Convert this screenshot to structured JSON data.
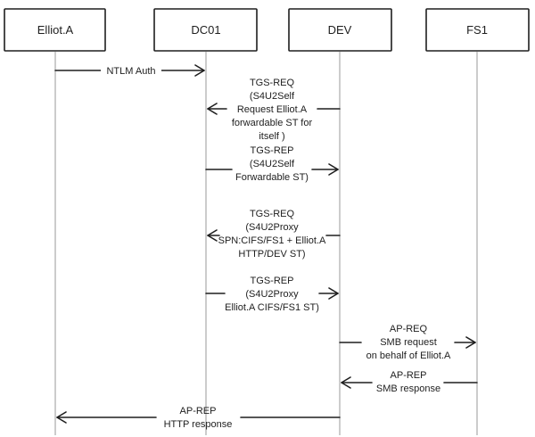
{
  "participants": [
    {
      "id": "elliot",
      "label": "Elliot.A"
    },
    {
      "id": "dc01",
      "label": "DC01"
    },
    {
      "id": "dev",
      "label": "DEV"
    },
    {
      "id": "fs1",
      "label": "FS1"
    }
  ],
  "messages": [
    {
      "id": "ntlm-auth",
      "from": "elliot",
      "to": "dc01",
      "lines": [
        "NTLM Auth"
      ]
    },
    {
      "id": "tgs-req-s4u2self",
      "from": "dev",
      "to": "dc01",
      "lines": [
        "TGS-REQ",
        "(S4U2Self",
        "Request Elliot.A",
        "forwardable ST for",
        "itself  )"
      ]
    },
    {
      "id": "tgs-rep-s4u2self",
      "from": "dc01",
      "to": "dev",
      "lines": [
        "TGS-REP",
        "(S4U2Self",
        "Forwardable ST)"
      ]
    },
    {
      "id": "tgs-req-s4u2proxy",
      "from": "dev",
      "to": "dc01",
      "lines": [
        "TGS-REQ",
        "(S4U2Proxy",
        "SPN:CIFS/FS1 + Elliot.A",
        "HTTP/DEV ST)"
      ]
    },
    {
      "id": "tgs-rep-s4u2proxy",
      "from": "dc01",
      "to": "dev",
      "lines": [
        "TGS-REP",
        "(S4U2Proxy",
        "Elliot.A CIFS/FS1 ST)"
      ]
    },
    {
      "id": "ap-req-smb",
      "from": "dev",
      "to": "fs1",
      "lines": [
        "AP-REQ",
        "SMB request",
        "on behalf of Elliot.A"
      ]
    },
    {
      "id": "ap-rep-smb",
      "from": "fs1",
      "to": "dev",
      "lines": [
        "AP-REP",
        "SMB response"
      ]
    },
    {
      "id": "ap-rep-http",
      "from": "dev",
      "to": "elliot",
      "lines": [
        "AP-REP",
        "HTTP response"
      ]
    }
  ]
}
